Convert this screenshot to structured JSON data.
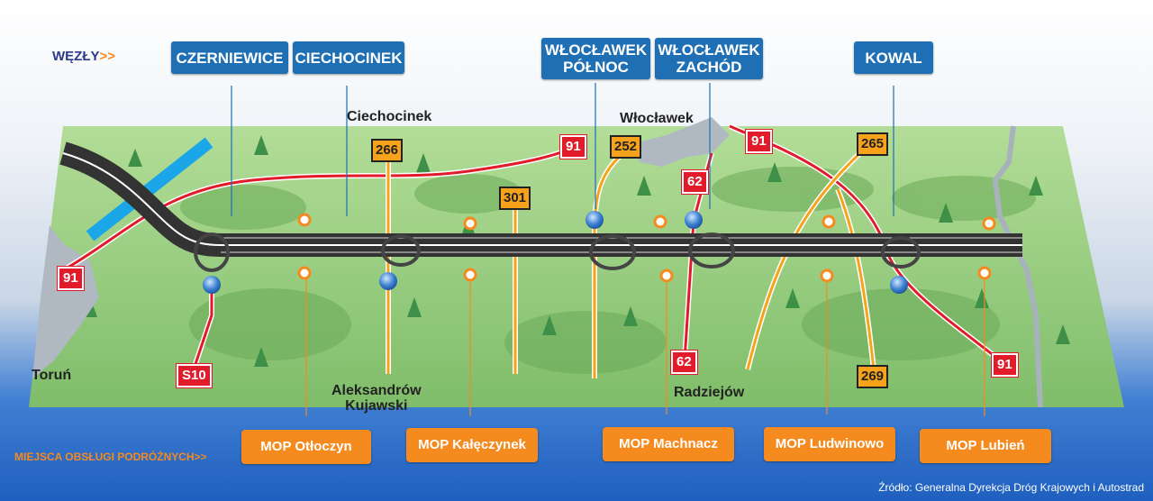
{
  "legend": {
    "junctions_label": "WĘZŁY",
    "junctions_arrows": ">>",
    "rest_areas_label": "MIEJSCA OBSŁUGI PODRÓŻNYCH",
    "rest_areas_arrows": ">>"
  },
  "junctions": [
    {
      "line1": "CZERNIEWICE",
      "line2": ""
    },
    {
      "line1": "CIECHOCINEK",
      "line2": ""
    },
    {
      "line1": "WŁOCŁAWEK",
      "line2": "PÓŁNOC"
    },
    {
      "line1": "WŁOCŁAWEK",
      "line2": "ZACHÓD"
    },
    {
      "line1": "KOWAL",
      "line2": ""
    }
  ],
  "rest_areas": [
    "MOP Otłoczyn",
    "MOP Kałęczynek",
    "MOP Machnacz",
    "MOP Ludwinowo",
    "MOP Lubień"
  ],
  "towns": {
    "torun": "Toruń",
    "ciechocinek": "Ciechocinek",
    "wloclawek": "Włocławek",
    "aleksandrow_1": "Aleksandrów",
    "aleksandrow_2": "Kujawski",
    "radziejow": "Radziejów"
  },
  "roads": {
    "r91_west": "91",
    "r91_north": "91",
    "r91_wloclawek": "91",
    "r91_east": "91",
    "s10": "S10",
    "r266": "266",
    "r252": "252",
    "r301": "301",
    "r62_north": "62",
    "r62_south": "62",
    "r265": "265",
    "r269": "269"
  },
  "source": "Źródło: Generalna Dyrekcja Dróg Krajowych i Autostrad",
  "colors": {
    "junction_bg": "#1f6fb5",
    "rest_area_bg": "#f58a1f",
    "national_road": "#e11b2a",
    "regional_road": "#f7a21b",
    "map_green": "#8fc87a",
    "motorway": "#3a3a3a"
  }
}
